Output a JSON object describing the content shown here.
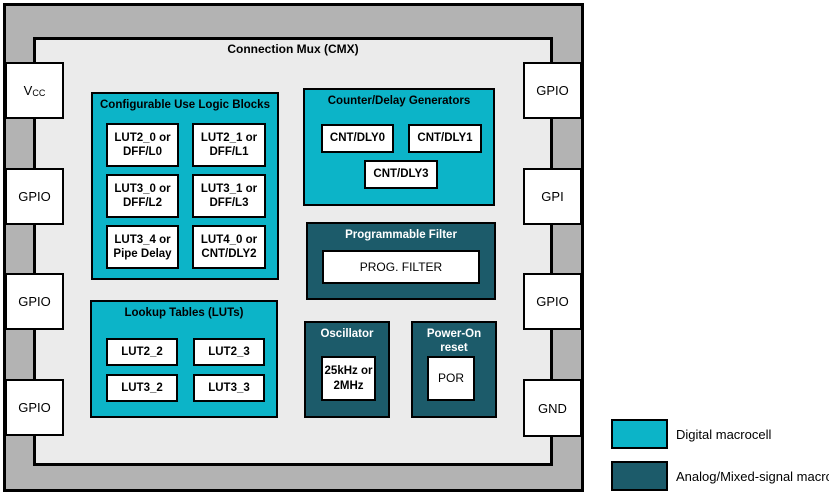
{
  "chip": {
    "title": "Connection Mux (CMX)",
    "left_pins": [
      {
        "label": "V",
        "sub": "CC"
      },
      {
        "label": "GPIO"
      },
      {
        "label": "GPIO"
      },
      {
        "label": "GPIO"
      }
    ],
    "right_pins": [
      {
        "label": "GPIO"
      },
      {
        "label": "GPI"
      },
      {
        "label": "GPIO"
      },
      {
        "label": "GND"
      }
    ],
    "blocks": {
      "culb": {
        "title": "Configurable Use Logic Blocks",
        "cells": [
          {
            "line1": "LUT2_0 or",
            "line2": "DFF/L0"
          },
          {
            "line1": "LUT2_1 or",
            "line2": "DFF/L1"
          },
          {
            "line1": "LUT3_0 or",
            "line2": "DFF/L2"
          },
          {
            "line1": "LUT3_1 or",
            "line2": "DFF/L3"
          },
          {
            "line1": "LUT3_4 or",
            "line2": "Pipe Delay"
          },
          {
            "line1": "LUT4_0 or",
            "line2": "CNT/DLY2"
          }
        ]
      },
      "counter_delay": {
        "title": "Counter/Delay Generators",
        "cells": [
          {
            "line1": "CNT/DLY0"
          },
          {
            "line1": "CNT/DLY1"
          },
          {
            "line1": "CNT/DLY3"
          }
        ]
      },
      "lookup_tables": {
        "title": "Lookup Tables (LUTs)",
        "cells": [
          {
            "line1": "LUT2_2"
          },
          {
            "line1": "LUT2_3"
          },
          {
            "line1": "LUT3_2"
          },
          {
            "line1": "LUT3_3"
          }
        ]
      },
      "prog_filter": {
        "title": "Programmable Filter",
        "cell": {
          "line1": "PROG. FILTER"
        }
      },
      "oscillator": {
        "title": "Oscillator",
        "cell": {
          "line1": "25kHz or",
          "line2": "2MHz"
        }
      },
      "power_on_reset": {
        "title": "Power-On reset",
        "cell": {
          "line1": "POR"
        }
      }
    }
  },
  "legend": {
    "items": [
      {
        "label": "Digital macrocell",
        "color": "#0cb4c8"
      },
      {
        "label": "Analog/Mixed-signal macrocell",
        "color": "#1c5b6a"
      }
    ]
  },
  "colors": {
    "digital_macrocell": "#0cb4c8",
    "analog_macrocell": "#1c5b6a",
    "outer_frame": "#b3b3b3",
    "inner_matrix": "#ebebeb"
  }
}
